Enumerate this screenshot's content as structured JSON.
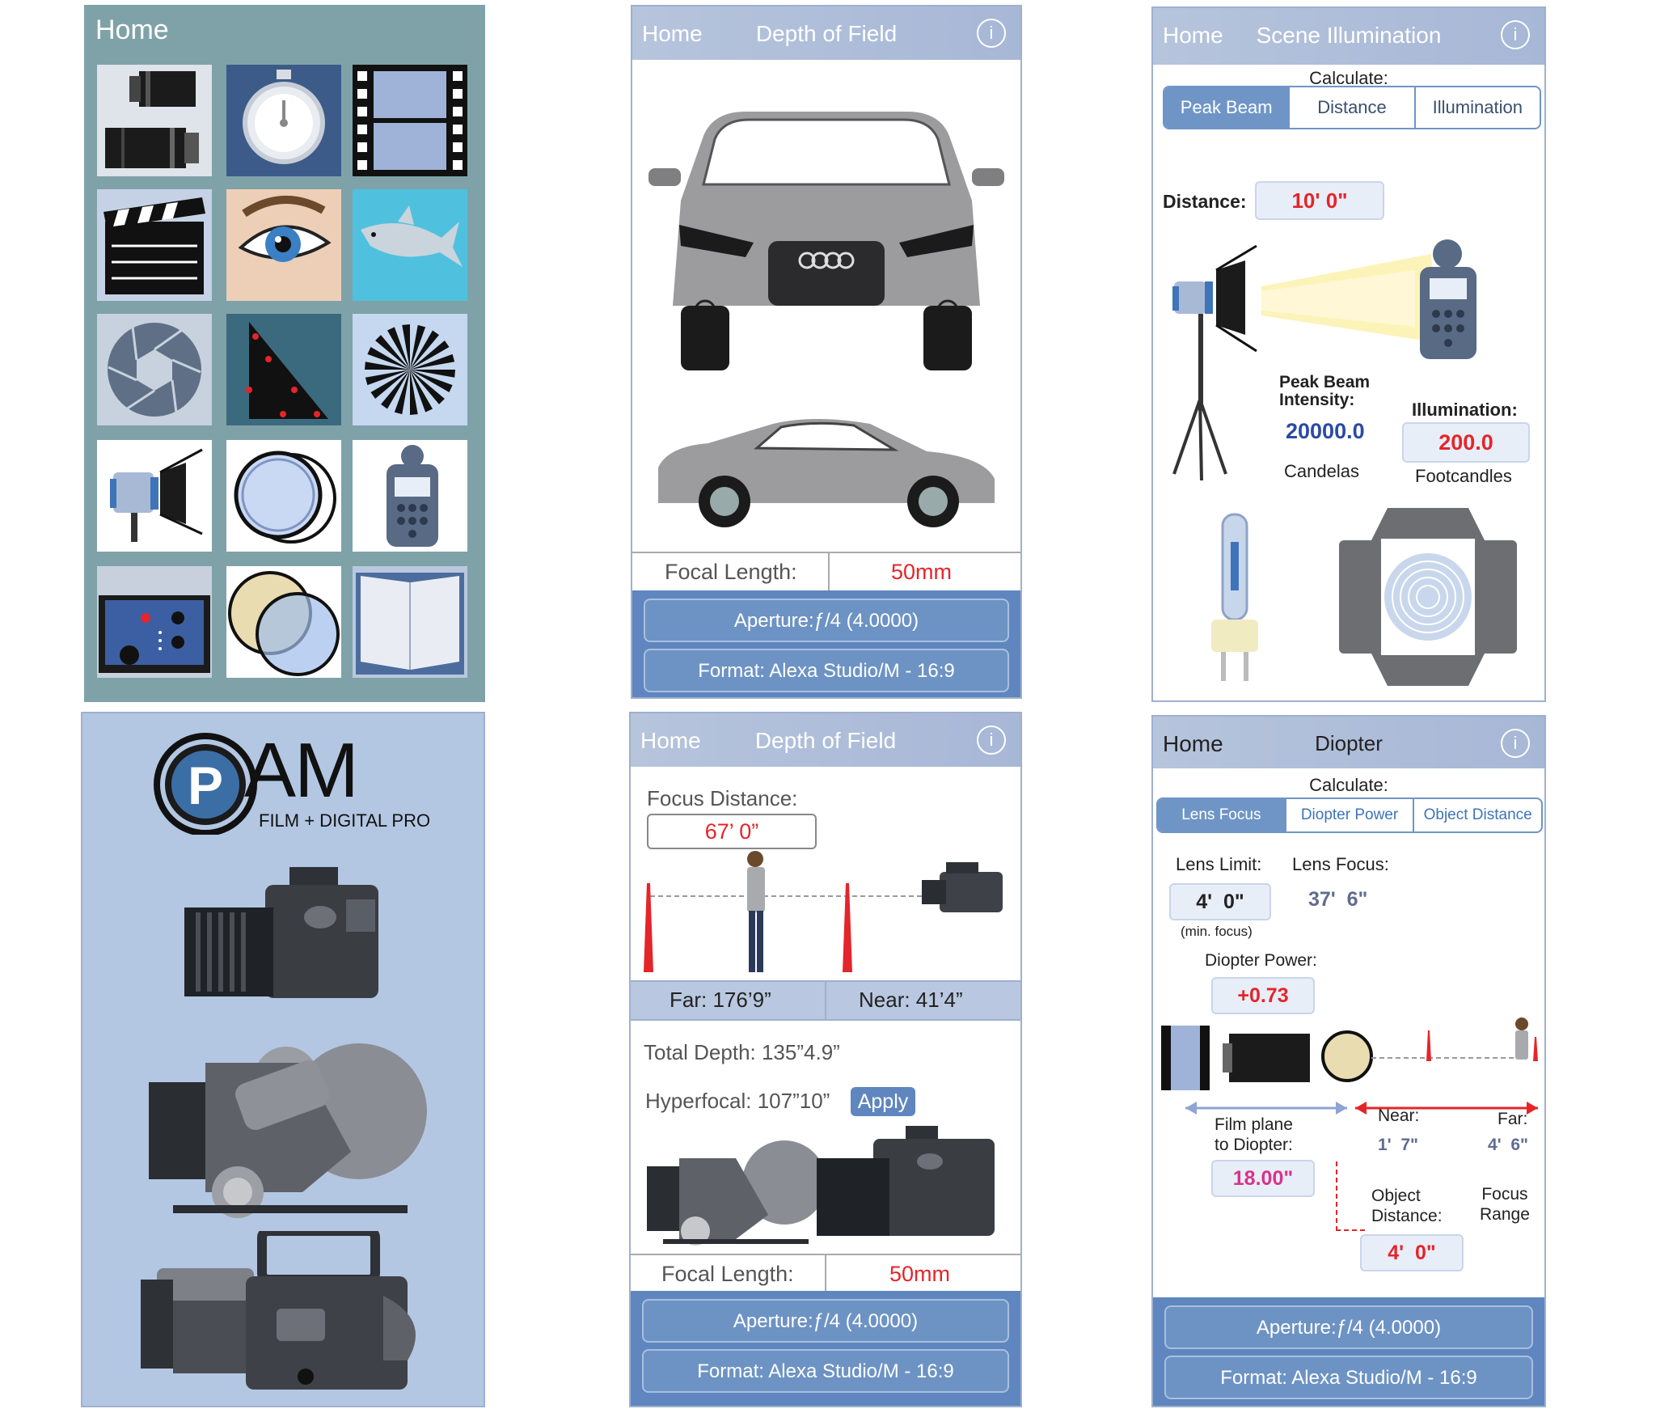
{
  "home": {
    "title": "Home"
  },
  "dof1": {
    "nav_home": "Home",
    "title": "Depth of Field",
    "info": "i",
    "focal_label": "Focal Length:",
    "focal_value": "50mm",
    "aperture": "Aperture:ƒ/4 (4.0000)",
    "format": "Format: Alexa Studio/M - 16:9"
  },
  "scene": {
    "nav_home": "Home",
    "title": "Scene Illumination",
    "info": "i",
    "calculate": "Calculate:",
    "tabs": [
      "Peak Beam",
      "Distance",
      "Illumination"
    ],
    "distance_label": "Distance:",
    "distance_value": "10' 0\"",
    "peak_label_1": "Peak Beam",
    "peak_label_2": "Intensity:",
    "peak_value": "20000.0",
    "peak_unit": "Candelas",
    "illum_label": "Illumination:",
    "illum_value": "200.0",
    "illum_unit": "Footcandles"
  },
  "pcam": {
    "logo_letters": "AM",
    "logo_sub": "FILM + DIGITAL PRO"
  },
  "dof2": {
    "nav_home": "Home",
    "title": "Depth of Field",
    "info": "i",
    "focus_label": "Focus Distance:",
    "focus_value": "67’ 0”",
    "far": "Far: 176’9”",
    "near": "Near: 41’4”",
    "total_depth": "Total Depth: 135”4.9”",
    "hyperfocal": "Hyperfocal: 107”10”",
    "apply": "Apply",
    "focal_label": "Focal Length:",
    "focal_value": "50mm",
    "aperture": "Aperture:ƒ/4 (4.0000)",
    "format": "Format: Alexa Studio/M - 16:9"
  },
  "diopter": {
    "nav_home": "Home",
    "title": "Diopter",
    "info": "i",
    "calculate": "Calculate:",
    "tabs": [
      "Lens Focus",
      "Diopter Power",
      "Object Distance"
    ],
    "lens_limit_label": "Lens Limit:",
    "lens_focus_label": "Lens Focus:",
    "lens_limit_value": "4'  0\"",
    "lens_focus_value": "37'  6\"",
    "min_focus": "(min. focus)",
    "diopter_power_label": "Diopter Power:",
    "diopter_power_value": "+0.73",
    "film_plane_1": "Film plane",
    "film_plane_2": "to Diopter:",
    "film_plane_value": "18.00\"",
    "near_label": "Near:",
    "near_value": "1'  7\"",
    "far_label": "Far:",
    "far_value": "4'  6\"",
    "object_1": "Object",
    "object_2": "Distance:",
    "object_value": "4'  0\"",
    "focus_1": "Focus",
    "focus_2": "Range",
    "aperture": "Aperture:ƒ/4 (4.0000)",
    "format": "Format: Alexa Studio/M - 16:9"
  },
  "colors": {
    "accent_blue": "#6d93c4",
    "value_red": "#e4252a",
    "value_blue": "#2b4aa6",
    "value_magenta": "#d8338a",
    "home_bg": "#7fa2a8",
    "splash_bg": "#b3c7e3"
  },
  "icons": [
    "lens-icon",
    "stopwatch-icon",
    "film-strip-icon",
    "clapperboard-icon",
    "eye-icon",
    "shark-icon",
    "aperture-icon",
    "triangle-icon",
    "siemens-star-icon",
    "fresnel-light-icon",
    "filter-icon",
    "light-meter-icon",
    "ballast-icon",
    "polarizer-icon",
    "book-icon"
  ]
}
